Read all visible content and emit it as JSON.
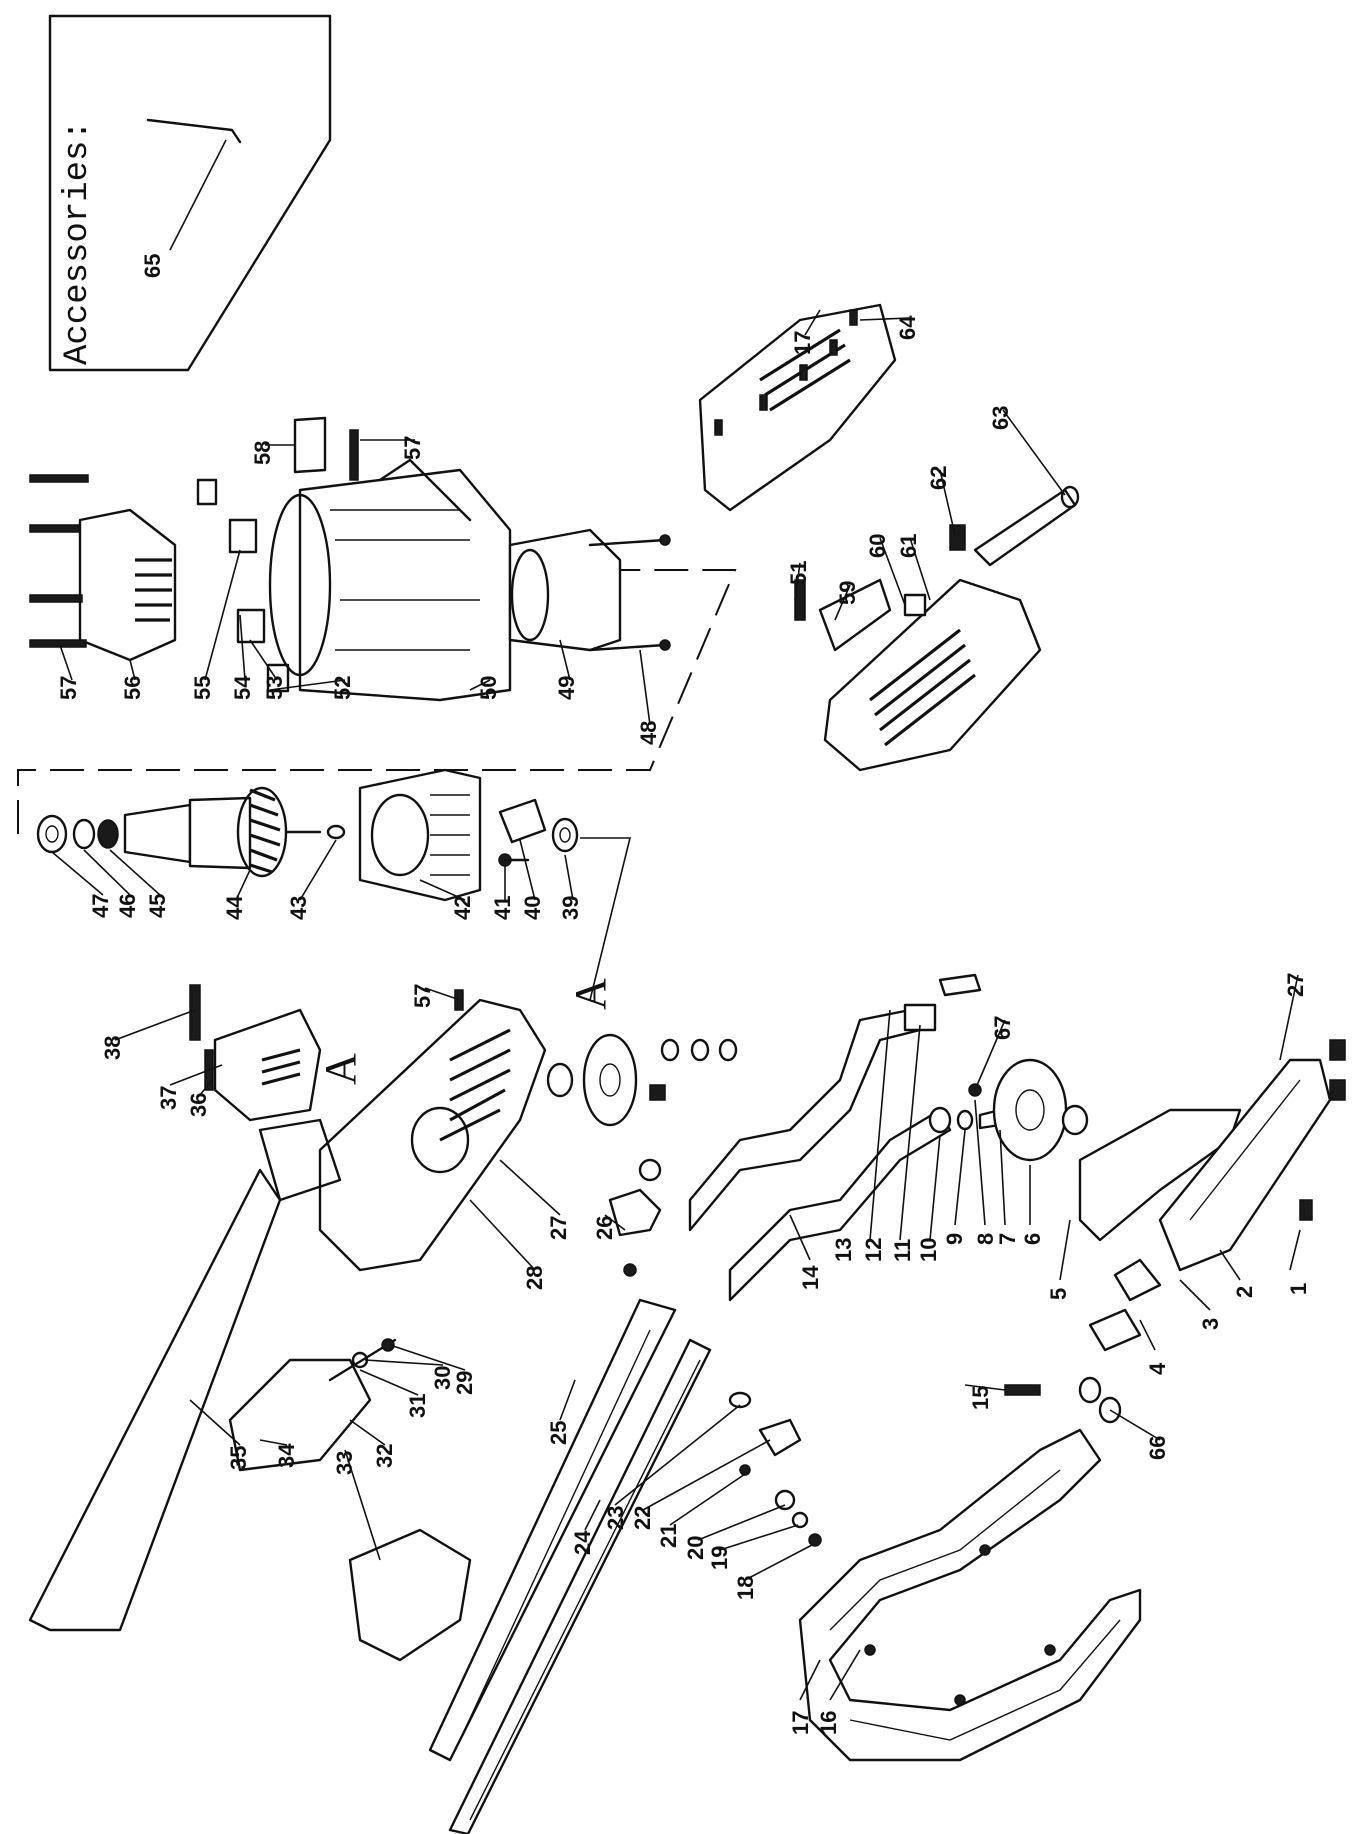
{
  "accessories": {
    "title": "Accessories:",
    "item": "65"
  },
  "section_marks": {
    "a1": "A",
    "a2": "A"
  },
  "callouts": {
    "c1": "1",
    "c2": "2",
    "c3": "3",
    "c4": "4",
    "c5": "5",
    "c6": "6",
    "c7": "7",
    "c8": "8",
    "c9": "9",
    "c10": "10",
    "c11": "11",
    "c12": "12",
    "c13": "13",
    "c14": "14",
    "c15": "15",
    "c16": "16",
    "c17a": "17",
    "c17b": "17",
    "c18": "18",
    "c19": "19",
    "c20": "20",
    "c21": "21",
    "c22": "22",
    "c23": "23",
    "c24": "24",
    "c25": "25",
    "c26": "26",
    "c27a": "27",
    "c27b": "27",
    "c28": "28",
    "c29": "29",
    "c30": "30",
    "c31": "31",
    "c32": "32",
    "c33": "33",
    "c34": "34",
    "c35": "35",
    "c36": "36",
    "c37": "37",
    "c38": "38",
    "c39": "39",
    "c40": "40",
    "c41": "41",
    "c42": "42",
    "c43": "43",
    "c44": "44",
    "c45": "45",
    "c46": "46",
    "c47": "47",
    "c48": "48",
    "c49": "49",
    "c50": "50",
    "c51": "51",
    "c52": "52",
    "c53": "53",
    "c54": "54",
    "c55": "55",
    "c56": "56",
    "c57a": "57",
    "c57b": "57",
    "c57c": "57",
    "c58": "58",
    "c59": "59",
    "c60": "60",
    "c61": "61",
    "c62": "62",
    "c63": "63",
    "c64": "64",
    "c66": "66",
    "c67": "67"
  }
}
